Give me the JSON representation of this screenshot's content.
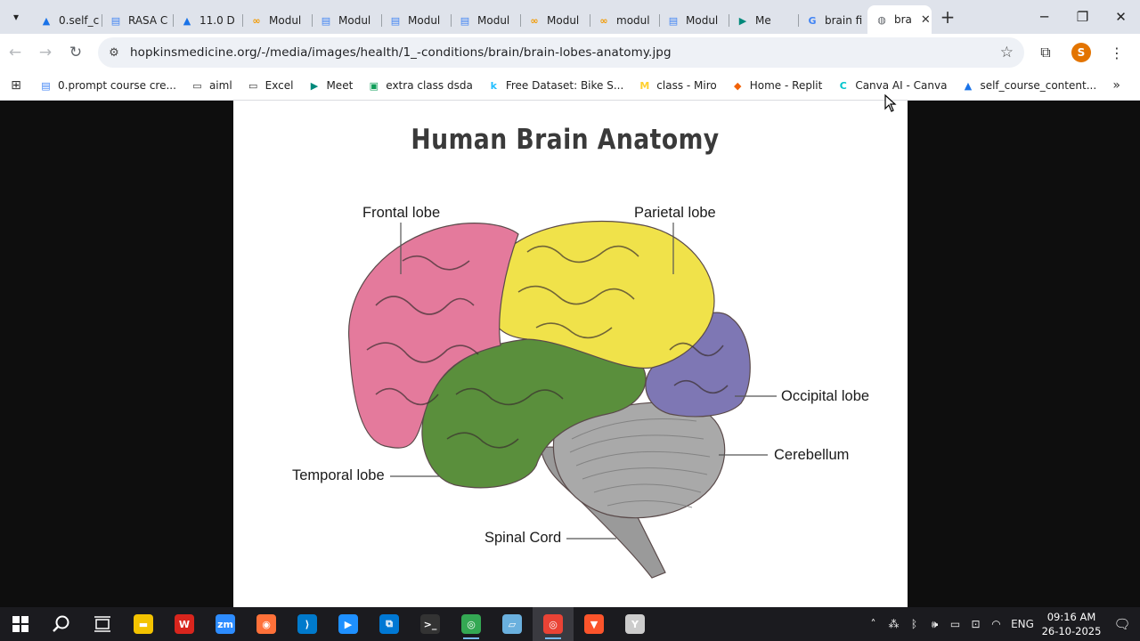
{
  "browser": {
    "tabs": [
      {
        "title": "0.self_c",
        "icon": "google-drive-icon",
        "color": "#1a73e8"
      },
      {
        "title": "RASA C",
        "icon": "google-docs-icon",
        "color": "#4285f4"
      },
      {
        "title": "11.0 D",
        "icon": "google-drive-icon",
        "color": "#1a73e8"
      },
      {
        "title": "Modul",
        "icon": "coursera-icon",
        "color": "#f29900"
      },
      {
        "title": "Modul",
        "icon": "google-docs-icon",
        "color": "#4285f4"
      },
      {
        "title": "Modul",
        "icon": "google-docs-icon",
        "color": "#4285f4"
      },
      {
        "title": "Modul",
        "icon": "google-docs-icon",
        "color": "#4285f4"
      },
      {
        "title": "Modul",
        "icon": "coursera-icon",
        "color": "#f29900"
      },
      {
        "title": "modul",
        "icon": "coursera-icon",
        "color": "#f29900"
      },
      {
        "title": "Modul",
        "icon": "google-docs-icon",
        "color": "#4285f4"
      },
      {
        "title": "Me",
        "icon": "google-meet-icon",
        "color": "#00897b"
      },
      {
        "title": "brain fi",
        "icon": "google-search-icon",
        "color": "#4285f4"
      },
      {
        "title": "bra",
        "icon": "globe-icon",
        "color": "#5f6368"
      }
    ],
    "url": "hopkinsmedicine.org/-/media/images/health/1_-conditions/brain/brain-lobes-anatomy.jpg",
    "profile_initial": "S",
    "bookmarks": [
      {
        "label": "0.prompt course cre...",
        "icon": "google-docs-icon",
        "color": "#4285f4"
      },
      {
        "label": "aiml",
        "icon": "folder-icon",
        "color": "#333333"
      },
      {
        "label": "Excel",
        "icon": "folder-icon",
        "color": "#333333"
      },
      {
        "label": "Meet",
        "icon": "google-meet-icon",
        "color": "#00897b"
      },
      {
        "label": "extra class dsda",
        "icon": "google-classroom-icon",
        "color": "#0f9d58"
      },
      {
        "label": "Free Dataset: Bike S...",
        "icon": "kaggle-icon",
        "color": "#20beff"
      },
      {
        "label": "class - Miro",
        "icon": "miro-icon",
        "color": "#ffd02f"
      },
      {
        "label": "Home - Replit",
        "icon": "replit-icon",
        "color": "#f26207"
      },
      {
        "label": "Canva AI - Canva",
        "icon": "canva-icon",
        "color": "#00c4cc"
      },
      {
        "label": "self_course_content...",
        "icon": "google-drive-icon",
        "color": "#1a73e8"
      }
    ]
  },
  "diagram": {
    "title": "Human Brain Anatomy",
    "labels": {
      "frontal": "Frontal lobe",
      "parietal": "Parietal lobe",
      "occipital": "Occipital lobe",
      "cerebellum": "Cerebellum",
      "temporal": "Temporal lobe",
      "spinal": "Spinal Cord"
    },
    "colors": {
      "frontal": "#e47a9c",
      "parietal": "#f0e24a",
      "occipital": "#7e77b4",
      "temporal": "#5a8f3c",
      "cerebellum": "#a9a9a9",
      "brainstem": "#9a9a9a"
    }
  },
  "taskbar": {
    "apps": [
      {
        "name": "file-explorer-icon",
        "color": "#f3c300"
      },
      {
        "name": "wps-office-icon",
        "color": "#d9251d"
      },
      {
        "name": "zoom-icon",
        "color": "#2d8cff"
      },
      {
        "name": "firefox-icon",
        "color": "#ff7139"
      },
      {
        "name": "vscode-icon",
        "color": "#007acc"
      },
      {
        "name": "media-player-icon",
        "color": "#1e90ff"
      },
      {
        "name": "remote-desktop-icon",
        "color": "#0078d4"
      },
      {
        "name": "terminal-icon",
        "color": "#333333"
      },
      {
        "name": "chrome-icon",
        "color": "#34a853"
      },
      {
        "name": "notepad-icon",
        "color": "#6ab0de"
      },
      {
        "name": "chrome-icon",
        "color": "#ea4335"
      },
      {
        "name": "brave-icon",
        "color": "#fb542b"
      },
      {
        "name": "postman-icon",
        "color": "#cccccc"
      }
    ],
    "language": "ENG",
    "time": "09:16 AM",
    "date": "26-10-2025"
  }
}
